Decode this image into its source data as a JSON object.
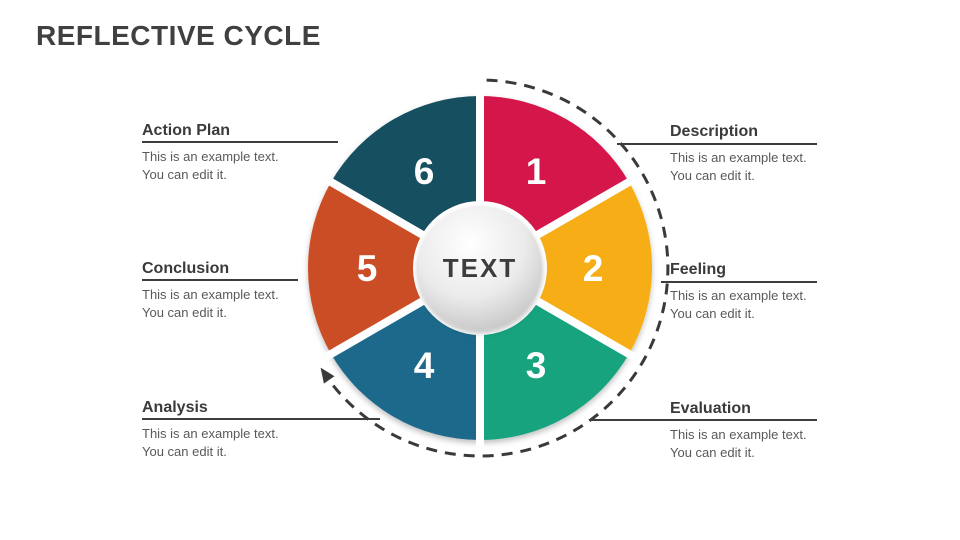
{
  "title": "REFLECTIVE CYCLE",
  "center": {
    "label": "TEXT"
  },
  "body_text": {
    "line1": "This is an example text.",
    "line2": "You can edit it."
  },
  "colors": {
    "title": "#404040",
    "heading": "#3a3a3a",
    "body": "#595959",
    "connector_line": "#3d3d3d",
    "dashed_arc": "#3a3a3a",
    "number_text": "#ffffff"
  },
  "segments": [
    {
      "number": "1",
      "label": "Description",
      "color": "#d4164c"
    },
    {
      "number": "2",
      "label": "Feeling",
      "color": "#f6ad12"
    },
    {
      "number": "3",
      "label": "Evaluation",
      "color": "#12a37e"
    },
    {
      "number": "4",
      "label": "Analysis",
      "color": "#1b698b"
    },
    {
      "number": "5",
      "label": "Conclusion",
      "color": "#ca4e27"
    },
    {
      "number": "6",
      "label": "Action Plan",
      "color": "#15505f"
    }
  ]
}
